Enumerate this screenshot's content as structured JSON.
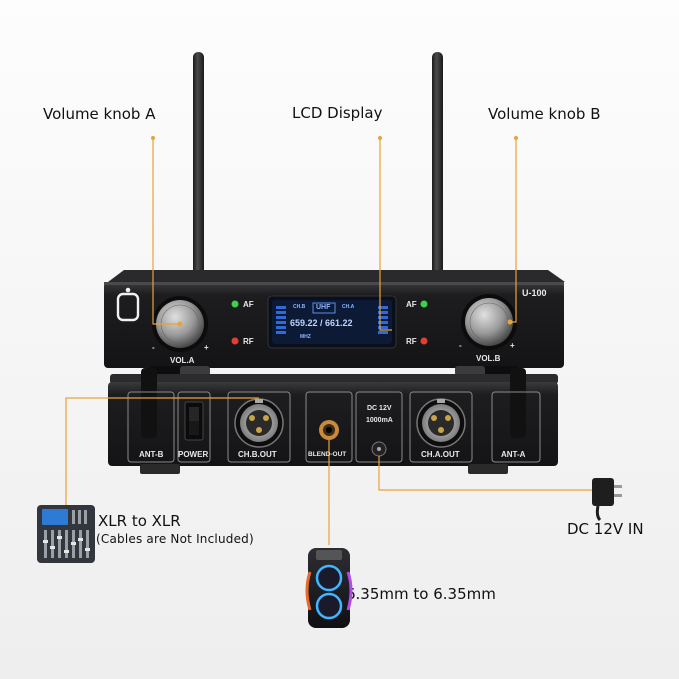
{
  "callouts": {
    "volume_knob_a": "Volume knob A",
    "lcd_display": "LCD Display",
    "volume_knob_b": "Volume knob B",
    "xlr_to_xlr": "XLR to XLR",
    "xlr_note": "(Cables are Not Included)",
    "dc_in": "DC 12V IN",
    "jack": "6.35mm to 6.35mm"
  },
  "receiver_front": {
    "model": "U-100",
    "af": "AF",
    "rf": "RF",
    "vol_a": "VOL.A",
    "vol_b": "VOL.B",
    "minus": "-",
    "plus": "+",
    "lcd": {
      "band": "UHF",
      "ch_left": "CH.B",
      "ch_right": "CH.A",
      "freq": "659.22 / 661.22",
      "units": "MHZ"
    }
  },
  "receiver_back": {
    "ant_b": "ANT-B",
    "power": "POWER",
    "ch_b_out": "CH.B.OUT",
    "blend_out": "BLEND-OUT",
    "dc_line1": "DC  12V",
    "dc_line2": "1000mA",
    "ch_a_out": "CH.A.OUT",
    "ant_a": "ANT-A"
  },
  "colors": {
    "accent": "#e8a33a",
    "chassis": "#1c1c1e",
    "lcd": "#2b66c9"
  },
  "icons": {
    "brand_logo": "brand-logo-icon",
    "mixer": "audio-mixer-icon",
    "speaker": "party-speaker-icon",
    "adapter": "power-adapter-icon"
  }
}
